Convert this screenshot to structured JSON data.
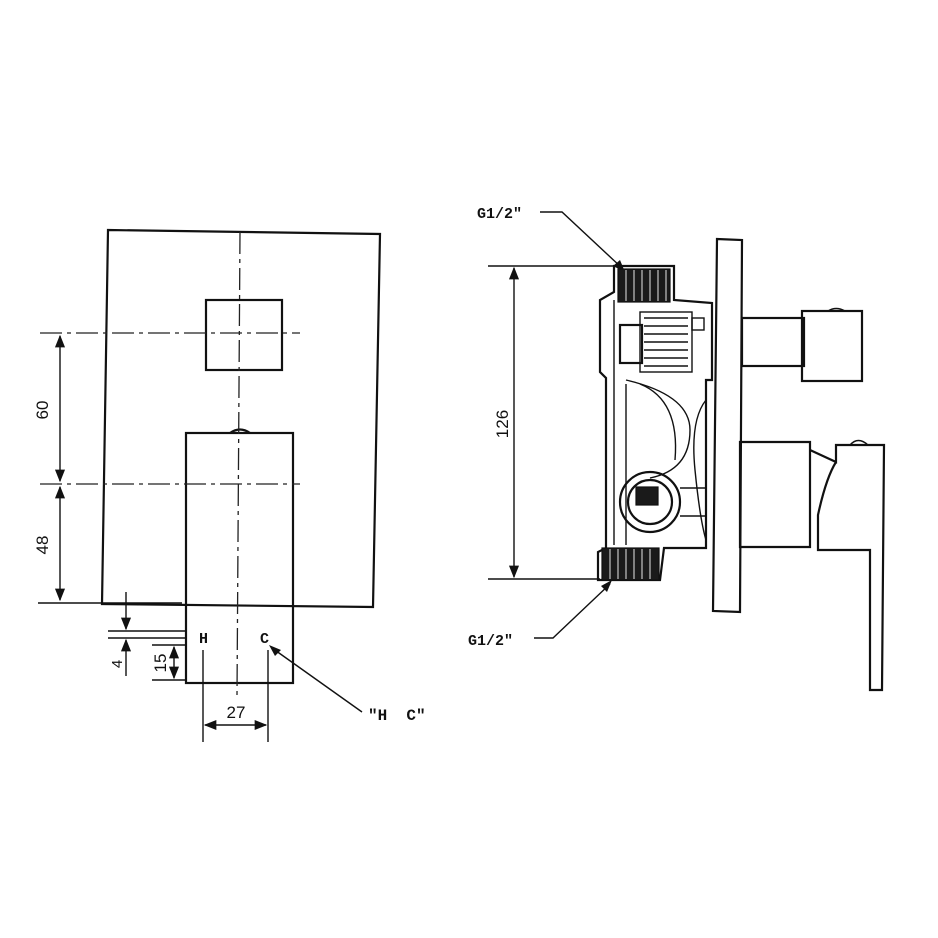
{
  "front_view": {
    "dim_upper": "60",
    "dim_lower": "48",
    "dim_offset": "4",
    "dim_height": "15",
    "dim_spacing": "27",
    "hot_label": "H",
    "cold_label": "C",
    "hc_callout": "\"H  C\""
  },
  "side_view": {
    "thread_top": "G1/2\"",
    "thread_bottom": "G1/2\"",
    "dim_body": "126"
  }
}
